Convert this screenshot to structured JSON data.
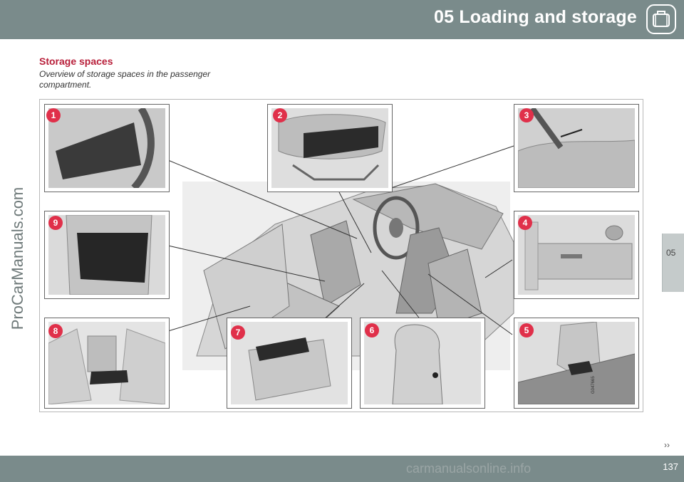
{
  "header": {
    "title": "05 Loading and storage",
    "icon": "suitcase-icon",
    "color": "#7a8b8b"
  },
  "side_tab": {
    "label": "05"
  },
  "watermark": {
    "left": "ProCarManuals.com",
    "bottom": "carmanualsonline.info"
  },
  "section": {
    "title": "Storage spaces",
    "subtitle": "Overview of storage spaces in the passenger compartment.",
    "title_color": "#b81f3a"
  },
  "figure": {
    "code": "G047665",
    "badge_color": "#e0304a",
    "callouts": [
      "1",
      "2",
      "3",
      "4",
      "5",
      "6",
      "7",
      "8",
      "9"
    ]
  },
  "footer": {
    "arrows": "››",
    "page_number": "137"
  }
}
